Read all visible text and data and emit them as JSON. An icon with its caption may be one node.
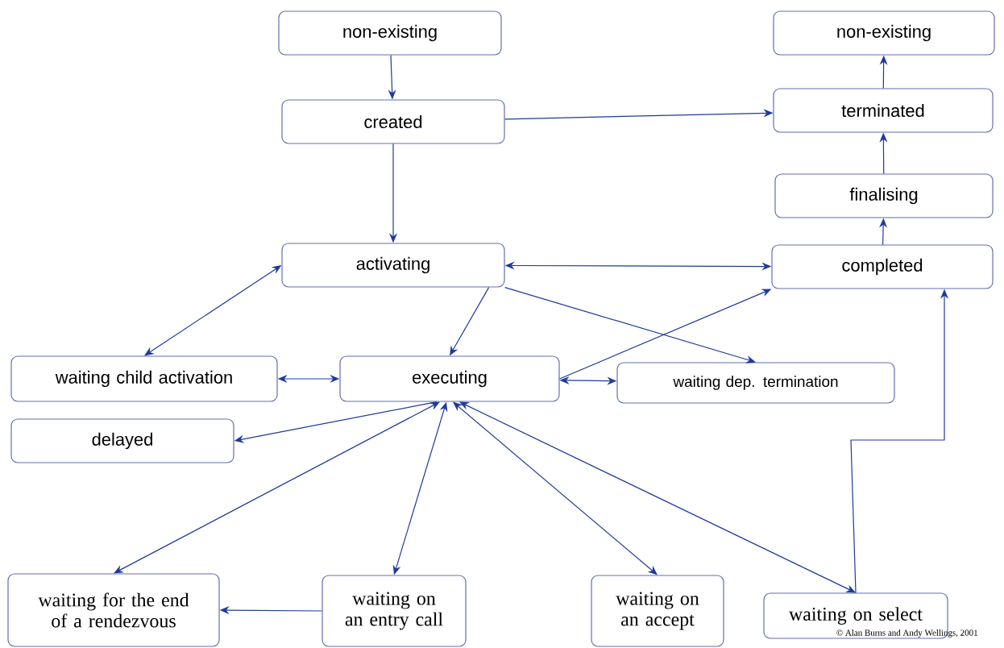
{
  "diagram": {
    "nodes": [
      {
        "text": [
          "non-existing"
        ]
      },
      {
        "text": [
          "non-existing"
        ]
      },
      {
        "text": [
          "created"
        ]
      },
      {
        "text": [
          "terminated"
        ]
      },
      {
        "text": [
          "finalising"
        ]
      },
      {
        "text": [
          "activating"
        ]
      },
      {
        "text": [
          "completed"
        ]
      },
      {
        "text": [
          "waiting child activation"
        ]
      },
      {
        "text": [
          "executing"
        ]
      },
      {
        "text": [
          "waiting dep. termination"
        ]
      },
      {
        "text": [
          "delayed"
        ]
      },
      {
        "text": [
          "waiting for the end of a rendezvous"
        ]
      },
      {
        "text": [
          "waiting on an entry call"
        ]
      },
      {
        "text": [
          "waiting on an accept"
        ]
      },
      {
        "text": [
          "waiting on select"
        ]
      }
    ],
    "edges": [
      {
        "from": 0,
        "to": 2,
        "arrow": "to"
      },
      {
        "from": 2,
        "to": 3,
        "arrow": "to"
      },
      {
        "from": 2,
        "to": 5,
        "arrow": "to"
      },
      {
        "from": 3,
        "to": 1,
        "arrow": "to"
      },
      {
        "from": 4,
        "to": 3,
        "arrow": "to"
      },
      {
        "from": 6,
        "to": 4,
        "arrow": "to"
      },
      {
        "from": 5,
        "to": 6,
        "arrow": "both"
      },
      {
        "from": 7,
        "to": 5,
        "arrow": "both"
      },
      {
        "from": 5,
        "to": 8,
        "arrow": "to"
      },
      {
        "from": 5,
        "to": 9,
        "arrow": "to"
      },
      {
        "from": 8,
        "to": 6,
        "arrow": "to"
      },
      {
        "from": 7,
        "to": 8,
        "arrow": "both"
      },
      {
        "from": 8,
        "to": 9,
        "arrow": "both"
      },
      {
        "from": 8,
        "to": 10,
        "arrow": "to"
      },
      {
        "from": 8,
        "to": 11,
        "arrow": "both"
      },
      {
        "from": 8,
        "to": 12,
        "arrow": "both"
      },
      {
        "from": 8,
        "to": 13,
        "arrow": "both"
      },
      {
        "from": 8,
        "to": 14,
        "arrow": "both"
      },
      {
        "from": 12,
        "to": 11,
        "arrow": "to"
      },
      {
        "from": 14,
        "to": 6,
        "arrow": "to"
      }
    ],
    "labels": [
      "© Alan Burns and Andy Wellings, 2001"
    ]
  }
}
